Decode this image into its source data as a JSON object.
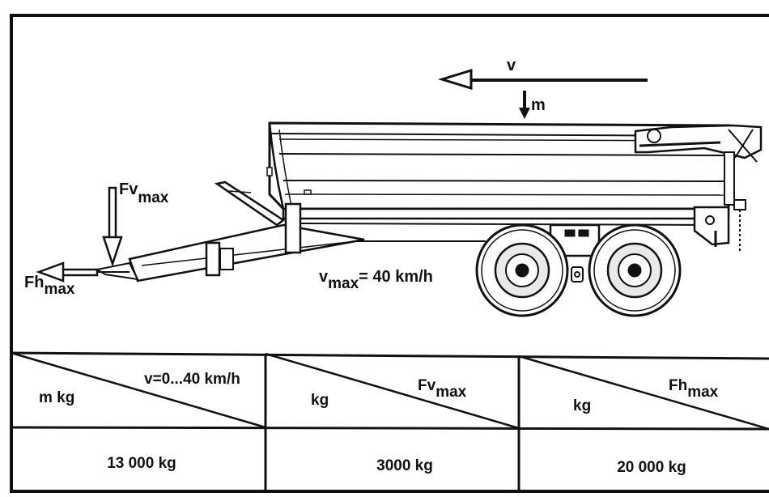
{
  "diagram": {
    "velocity": {
      "label": "v"
    },
    "mass": {
      "label": "m"
    },
    "vertical_force": {
      "main": "Fv",
      "sub": "max"
    },
    "horizontal_force": {
      "main": "Fh",
      "sub": "max"
    },
    "max_speed": {
      "main": "v",
      "sub": "max",
      "value": "= 40 km/h"
    }
  },
  "table": {
    "headers": [
      {
        "top_right": "v=0...40 km/h",
        "top_right_sub": "",
        "bottom_left": "m kg"
      },
      {
        "top_right": "Fv",
        "top_right_sub": "max",
        "bottom_left": "kg"
      },
      {
        "top_right": "Fh",
        "top_right_sub": "max",
        "bottom_left": "kg"
      }
    ],
    "values": [
      "13 000 kg",
      "3000 kg",
      "20 000 kg"
    ]
  },
  "colors": {
    "line": "#111111",
    "panel": "#ffffff",
    "fill_light": "#e9e9e9",
    "fill_mid": "#cfcfcf"
  }
}
